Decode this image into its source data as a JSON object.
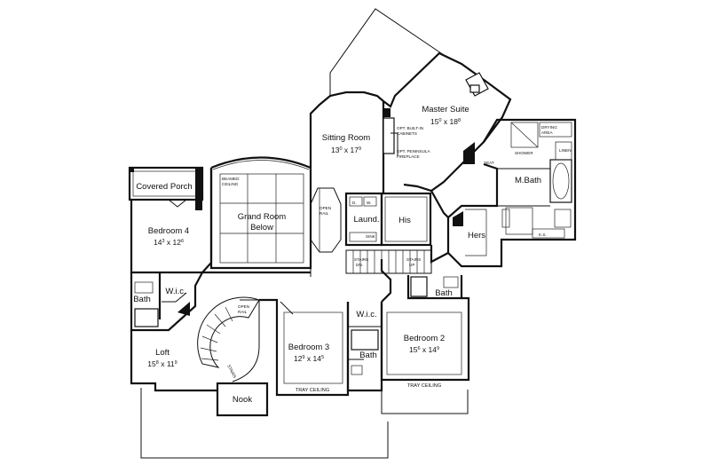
{
  "rooms": {
    "master_suite": {
      "name": "Master Suite",
      "dim_a": "15",
      "dim_a_sup": "0",
      "dim_b": "18",
      "dim_b_sup": "8"
    },
    "sitting_room": {
      "name": "Sitting Room",
      "dim_a": "13",
      "dim_a_sup": "0",
      "dim_b": "17",
      "dim_b_sup": "9"
    },
    "covered_porch": {
      "name": "Covered Porch"
    },
    "bedroom_4": {
      "name": "Bedroom 4",
      "dim_a": "14",
      "dim_a_sup": "3",
      "dim_b": "12",
      "dim_b_sup": "6"
    },
    "grand_room": {
      "name": "Grand Room",
      "sub": "Below"
    },
    "laundry": {
      "name": "Laund."
    },
    "his": {
      "name": "His"
    },
    "hers": {
      "name": "Hers"
    },
    "m_bath": {
      "name": "M.Bath"
    },
    "bath_left": {
      "name": "Bath"
    },
    "wic_left": {
      "name": "W.i.c."
    },
    "loft": {
      "name": "Loft",
      "dim_a": "15",
      "dim_a_sup": "8",
      "dim_b": "11",
      "dim_b_sup": "9"
    },
    "bedroom_3": {
      "name": "Bedroom 3",
      "dim_a": "12",
      "dim_a_sup": "9",
      "dim_b": "14",
      "dim_b_sup": "5"
    },
    "wic_mid": {
      "name": "W.i.c."
    },
    "bath_mid": {
      "name": "Bath"
    },
    "bath_right": {
      "name": "Bath"
    },
    "bedroom_2": {
      "name": "Bedroom 2",
      "dim_a": "15",
      "dim_a_sup": "6",
      "dim_b": "14",
      "dim_b_sup": "9"
    },
    "nook": {
      "name": "Nook"
    }
  },
  "notes": {
    "beamed_ceiling_1": "BEAMED",
    "beamed_ceiling_2": "CEILING",
    "open_rail_1": "OPEN",
    "open_rail_2": "RAIL",
    "open_rail_b1": "OPEN",
    "open_rail_b2": "RAIL",
    "opt_builtin_1": "OPT. BUILT-IN",
    "opt_builtin_2": "CABINETS",
    "opt_peninsula_1": "OPT. PENINSULA",
    "opt_peninsula_2": "FIREPLACE",
    "drying_area_1": "DRYING",
    "drying_area_2": "AREA",
    "shower": "SHOWER",
    "seat": "SEAT",
    "linen": "LINEN",
    "ks": "K.S.",
    "sink": "SINK",
    "d": "D.",
    "w": "W.",
    "stairs_dn_1": "STAIRS",
    "stairs_dn_2": "DN.",
    "stairs_up_1": "STAIRS",
    "stairs_up_2": "UP",
    "stairs_spiral": "STAIRS",
    "tray_ceiling_3": "TRAY CEILING",
    "tray_ceiling_2": "TRAY CEILING"
  }
}
